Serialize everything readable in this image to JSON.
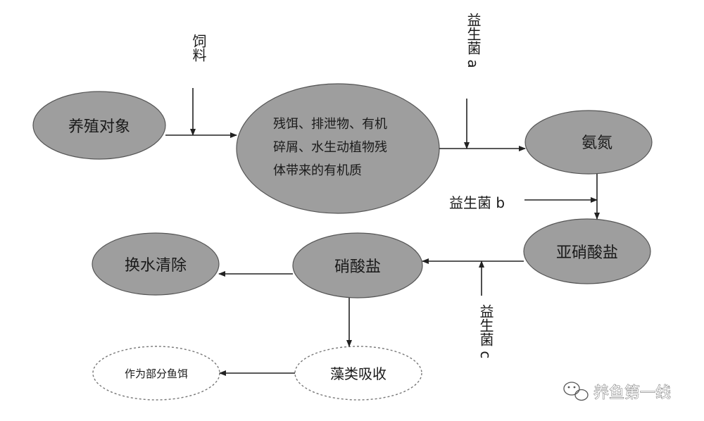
{
  "nodes": {
    "culture": "养殖对象",
    "waste": [
      "残饵、排泄物、有机",
      "碎屑、水生动植物残",
      "体带来的有机质"
    ],
    "ammonia": "氨氮",
    "nitrite": "亚硝酸盐",
    "nitrate": "硝酸盐",
    "water_change": "换水清除",
    "algae": "藻类吸收",
    "feed_part": "作为部分鱼饵"
  },
  "labels": {
    "feed": "饲料",
    "probiotic_a": "益生菌 a",
    "probiotic_b": "益生菌 b",
    "probiotic_c": "益生菌 c"
  },
  "watermark": "养鱼第一线",
  "colors": {
    "node_fill": "#9e9e9e",
    "dashed_stroke": "#777777",
    "text": "#1a1a1a"
  }
}
